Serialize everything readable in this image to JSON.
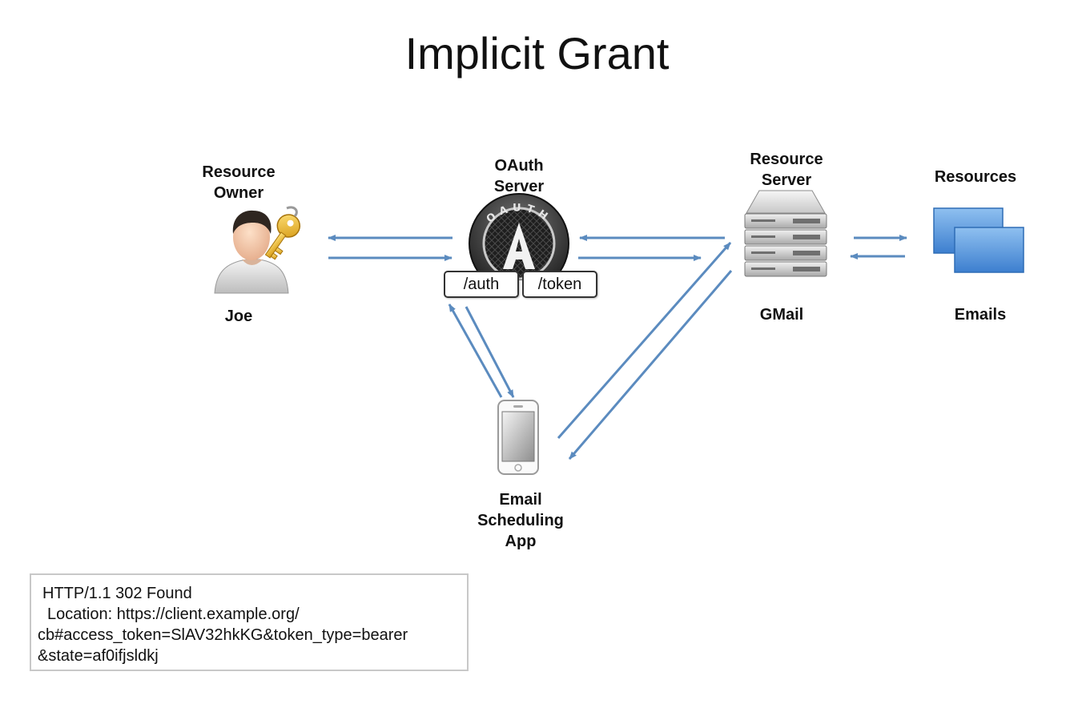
{
  "title": "Implicit Grant",
  "resource_owner": {
    "heading_line1": "Resource",
    "heading_line2": "Owner",
    "name": "Joe",
    "icon": "person-with-key-icon"
  },
  "oauth_server": {
    "heading_line1": "OAuth",
    "heading_line2": "Server",
    "badge_text": "OAUTH",
    "icon": "oauth-logo-icon",
    "endpoints": [
      "/auth",
      "/token"
    ]
  },
  "resource_server": {
    "heading_line1": "Resource",
    "heading_line2": "Server",
    "name": "GMail",
    "icon": "server-rack-icon"
  },
  "resources": {
    "heading": "Resources",
    "name": "Emails",
    "icon": "stacked-windows-icon"
  },
  "client_app": {
    "line1": "Email",
    "line2": "Scheduling",
    "line3": "App",
    "icon": "smartphone-icon"
  },
  "http_response": {
    "line1": "HTTP/1.1 302 Found",
    "line2": "Location: https://client.example.org/",
    "line3": "cb#access_token=SlAV32hkKG&token_type=bearer",
    "line4": "&state=af0ifjsldkj"
  },
  "colors": {
    "arrow": "#5b8bbf",
    "resource_blue": "#4a90d9"
  }
}
